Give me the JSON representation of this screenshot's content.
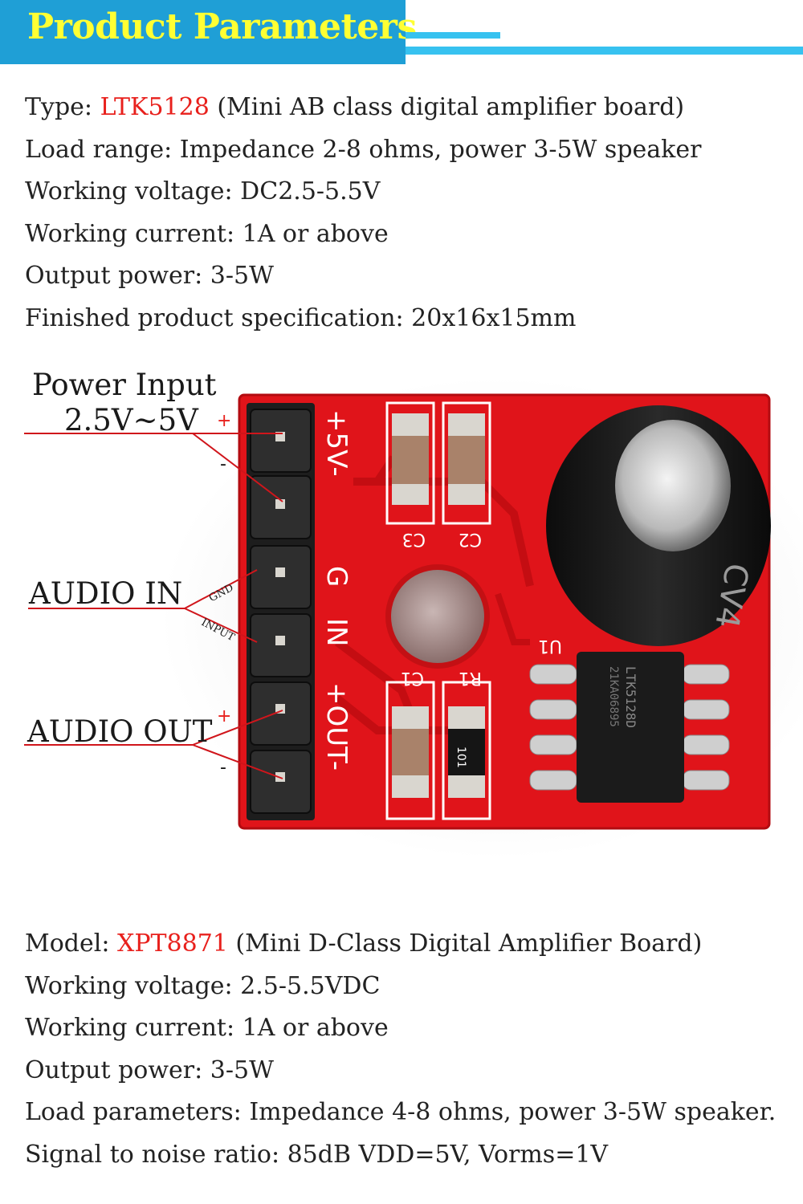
{
  "header": {
    "title": "Product Parameters"
  },
  "section1": {
    "items": [
      {
        "label": "Type: ",
        "highlight": "LTK5128",
        "rest": " (Mini AB class digital amplifier board)"
      },
      {
        "label": "Load range: Impedance 2-8 ohms, power 3-5W speaker",
        "highlight": "",
        "rest": ""
      },
      {
        "label": "Working voltage: DC2.5-5.5V",
        "highlight": "",
        "rest": ""
      },
      {
        "label": "Working current: 1A or above",
        "highlight": "",
        "rest": ""
      },
      {
        "label": "Output power: 3-5W",
        "highlight": "",
        "rest": ""
      },
      {
        "label": "Finished product specification: 20x16x15mm",
        "highlight": "",
        "rest": ""
      }
    ]
  },
  "photo": {
    "power_input": "Power Input",
    "voltage": "2.5V~5V",
    "audio_in": "AUDIO IN",
    "audio_out": "AUDIO OUT",
    "gnd": "GND",
    "input": "INPUT",
    "plus": "+",
    "minus": "-",
    "silk": {
      "p5v": "+5V-",
      "g": "G",
      "in": "IN",
      "out": "+OUT-",
      "c1": "C1",
      "c2": "C2",
      "c3": "C3",
      "r1": "R1",
      "u1": "U1",
      "resistor": "101",
      "chip": "LTK5128D",
      "chip2": "21KA06895"
    }
  },
  "section2": {
    "items": [
      {
        "label": "Model: ",
        "highlight": "XPT8871",
        "rest": " (Mini D-Class Digital Amplifier Board)"
      },
      {
        "label": "Working voltage: 2.5-5.5VDC",
        "highlight": "",
        "rest": ""
      },
      {
        "label": "Working current: 1A or above",
        "highlight": "",
        "rest": ""
      },
      {
        "label": "Output power: 3-5W",
        "highlight": "",
        "rest": ""
      },
      {
        "label": "Load parameters: Impedance 4-8 ohms, power 3-5W speaker.",
        "highlight": "",
        "rest": ""
      },
      {
        "label": "Signal to noise ratio: 85dB VDD=5V, Vorms=1V",
        "highlight": "",
        "rest": ""
      }
    ]
  },
  "colors": {
    "header_bg": "#1f9fd6",
    "title": "#ffff33",
    "highlight": "#e8201c",
    "pcb": "#e0141a"
  }
}
